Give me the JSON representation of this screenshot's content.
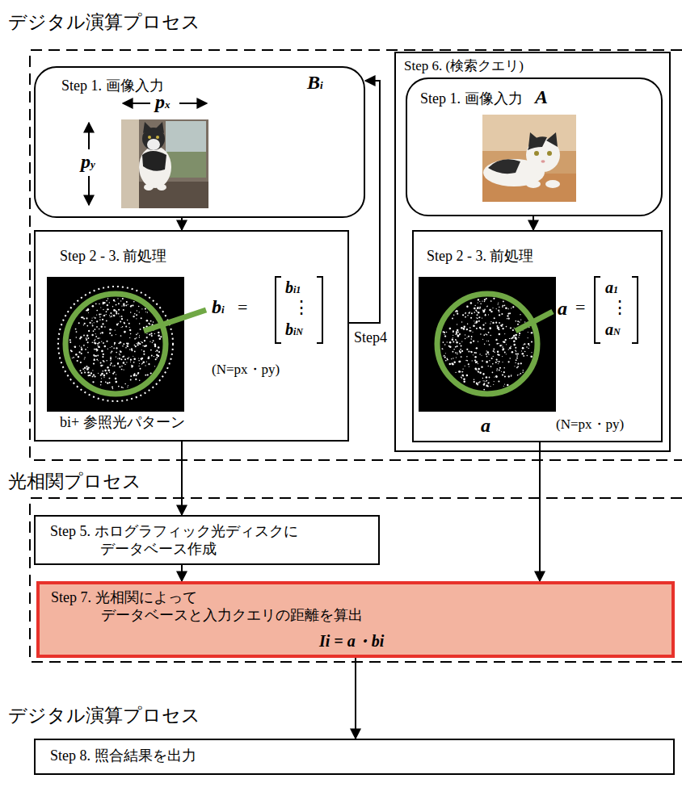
{
  "diagram": {
    "nodes": [
      {
        "text": [
          "デジタル演算プロセス"
        ]
      },
      {
        "text": [
          "Step 1. 画像入力",
          "Bi"
        ],
        "in": 0
      },
      {
        "text": [
          "Step 2 - 3. 前処理",
          "bi+ 参照光パターン"
        ],
        "in": 0
      },
      {
        "text": [
          "Step 6. (検索クエリ)"
        ],
        "in": 0
      },
      {
        "text": [
          "Step 1. 画像入力",
          "A"
        ],
        "in": 3
      },
      {
        "text": [
          "Step 2 - 3. 前処理",
          "a"
        ],
        "in": 3
      },
      {
        "text": [
          "光相関プロセス"
        ]
      },
      {
        "text": [
          "Step 5. ホログラフィック光ディスクに データベース作成"
        ],
        "in": 6
      },
      {
        "text": [
          "Step 7. 光相関によって データベースと入力クエリの距離を算出",
          "Ii = a・bi"
        ],
        "in": 6
      },
      {
        "text": [
          "Step 8. 照合結果を出力"
        ]
      }
    ],
    "edges": [
      {
        "from": 1,
        "to": 2,
        "arrow": "to"
      },
      {
        "from": 2,
        "to": 1,
        "label": "Step4",
        "arrow": "to"
      },
      {
        "from": 4,
        "to": 5,
        "arrow": "to"
      },
      {
        "from": 2,
        "to": 7,
        "arrow": "to"
      },
      {
        "from": 7,
        "to": 8,
        "arrow": "to"
      },
      {
        "from": 5,
        "to": 8,
        "arrow": "to"
      },
      {
        "from": 8,
        "to": 9,
        "arrow": "to"
      }
    ],
    "labels": [
      "px",
      "py",
      "bi",
      "=",
      "bi1",
      "⋮",
      "biN",
      "(N=px・py)",
      "a",
      "=",
      "a1",
      "⋮",
      "aN",
      "(N=px・py)",
      "デジタル演算プロセス"
    ]
  }
}
